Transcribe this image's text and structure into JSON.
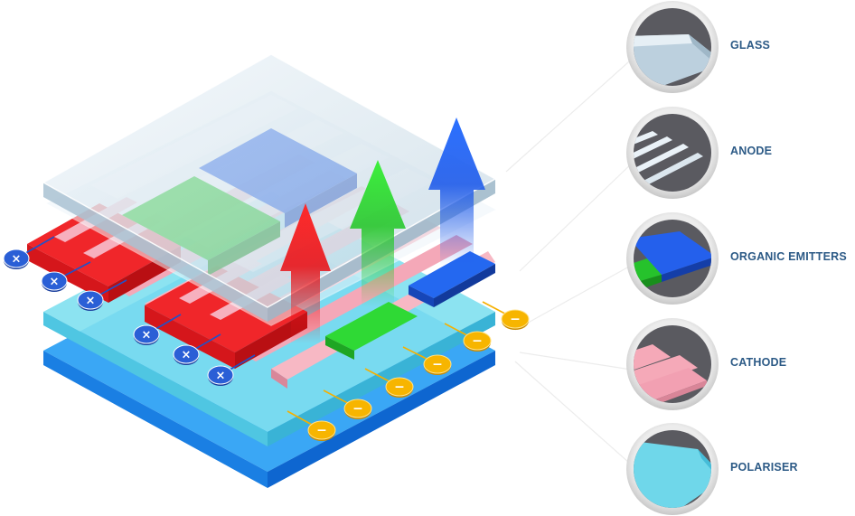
{
  "title": "",
  "layers": [
    {
      "id": "glass",
      "label": "GLASS"
    },
    {
      "id": "anode",
      "label": "ANODE"
    },
    {
      "id": "organic",
      "label": "ORGANIC EMITTERS"
    },
    {
      "id": "cathode",
      "label": "CATHODE"
    },
    {
      "id": "polariser",
      "label": "POLARISER"
    }
  ],
  "terminals": {
    "positive_symbol": "×",
    "negative_symbol": "−"
  },
  "colors": {
    "glass": "#c9dbe6",
    "anode": "#e6f0f6",
    "organic_red": "#e8151a",
    "organic_green": "#29c82e",
    "organic_blue": "#1f5bea",
    "cathode": "#f2a5b4",
    "polariser": "#5ad0e8",
    "base": "#1e8cf0",
    "terminal_pos": "#2151c8",
    "terminal_neg": "#f5b000",
    "label": "#2c5a86",
    "ring": "#d8d8d8",
    "ring_inner": "#5a5a60"
  }
}
